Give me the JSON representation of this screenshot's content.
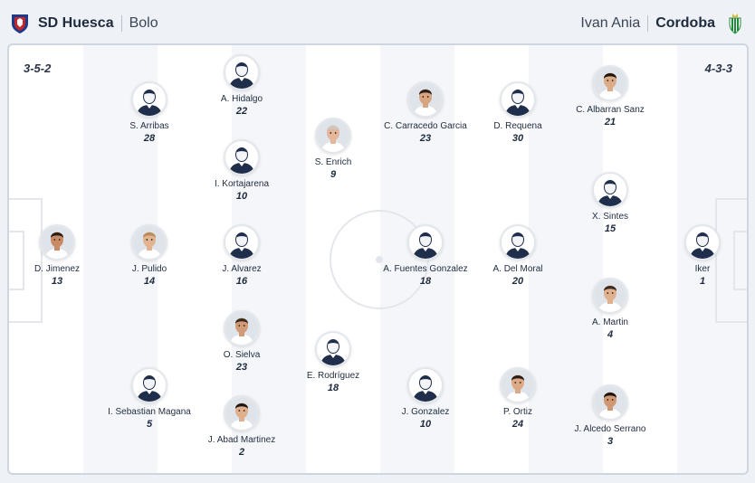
{
  "home": {
    "name": "SD Huesca",
    "coach": "Bolo",
    "formation": "3-5-2",
    "crest_colors": [
      "#1d3a8a",
      "#c4262e"
    ],
    "players": [
      {
        "name": "D. Jimenez",
        "number": "13",
        "photo": true,
        "skin": "#c98a66",
        "hair": "#2a1d16"
      },
      {
        "name": "J. Pulido",
        "number": "14",
        "photo": true,
        "skin": "#e2b391",
        "hair": "#b98a55"
      },
      {
        "name": "S. Arribas",
        "number": "28",
        "photo": false
      },
      {
        "name": "I. Sebastian Magana",
        "number": "5",
        "photo": false
      },
      {
        "name": "A. Hidalgo",
        "number": "22",
        "photo": false
      },
      {
        "name": "I. Kortajarena",
        "number": "10",
        "photo": false
      },
      {
        "name": "J. Alvarez",
        "number": "16",
        "photo": false
      },
      {
        "name": "O. Sielva",
        "number": "23",
        "photo": true,
        "skin": "#d29b77",
        "hair": "#3a2a1e"
      },
      {
        "name": "J. Abad Martinez",
        "number": "2",
        "photo": true,
        "skin": "#e0b08e",
        "hair": "#1e1612"
      },
      {
        "name": "S. Enrich",
        "number": "9",
        "photo": true,
        "skin": "#e6b69a",
        "hair": "#c9c9c9"
      },
      {
        "name": "E. Rodríguez",
        "number": "18",
        "photo": false
      }
    ]
  },
  "away": {
    "name": "Cordoba",
    "coach": "Ivan Ania",
    "formation": "4-3-3",
    "crest_colors": [
      "#1f8a3b",
      "#ffffff"
    ],
    "players": [
      {
        "name": "C. Carracedo Garcia",
        "number": "23",
        "photo": true,
        "skin": "#d9a581",
        "hair": "#2b1f18"
      },
      {
        "name": "A. Fuentes Gonzalez",
        "number": "18",
        "photo": false
      },
      {
        "name": "J. Gonzalez",
        "number": "10",
        "photo": false
      },
      {
        "name": "D. Requena",
        "number": "30",
        "photo": false
      },
      {
        "name": "A. Del Moral",
        "number": "20",
        "photo": false
      },
      {
        "name": "P. Ortiz",
        "number": "24",
        "photo": true,
        "skin": "#dcaa86",
        "hair": "#2a1d16"
      },
      {
        "name": "C. Albarran Sanz",
        "number": "21",
        "photo": true,
        "skin": "#dcab88",
        "hair": "#20160f"
      },
      {
        "name": "X. Sintes",
        "number": "15",
        "photo": false
      },
      {
        "name": "A. Martin",
        "number": "4",
        "photo": true,
        "skin": "#e0b08f",
        "hair": "#3a2a1f"
      },
      {
        "name": "J. Alcedo Serrano",
        "number": "3",
        "photo": true,
        "skin": "#cf9873",
        "hair": "#1b130e"
      },
      {
        "name": "Iker",
        "number": "1",
        "photo": false
      }
    ]
  },
  "colors": {
    "silhouette": "#1f2e4a",
    "shirt": "#1f2e4a",
    "pitch_line": "#e3e7ec"
  }
}
